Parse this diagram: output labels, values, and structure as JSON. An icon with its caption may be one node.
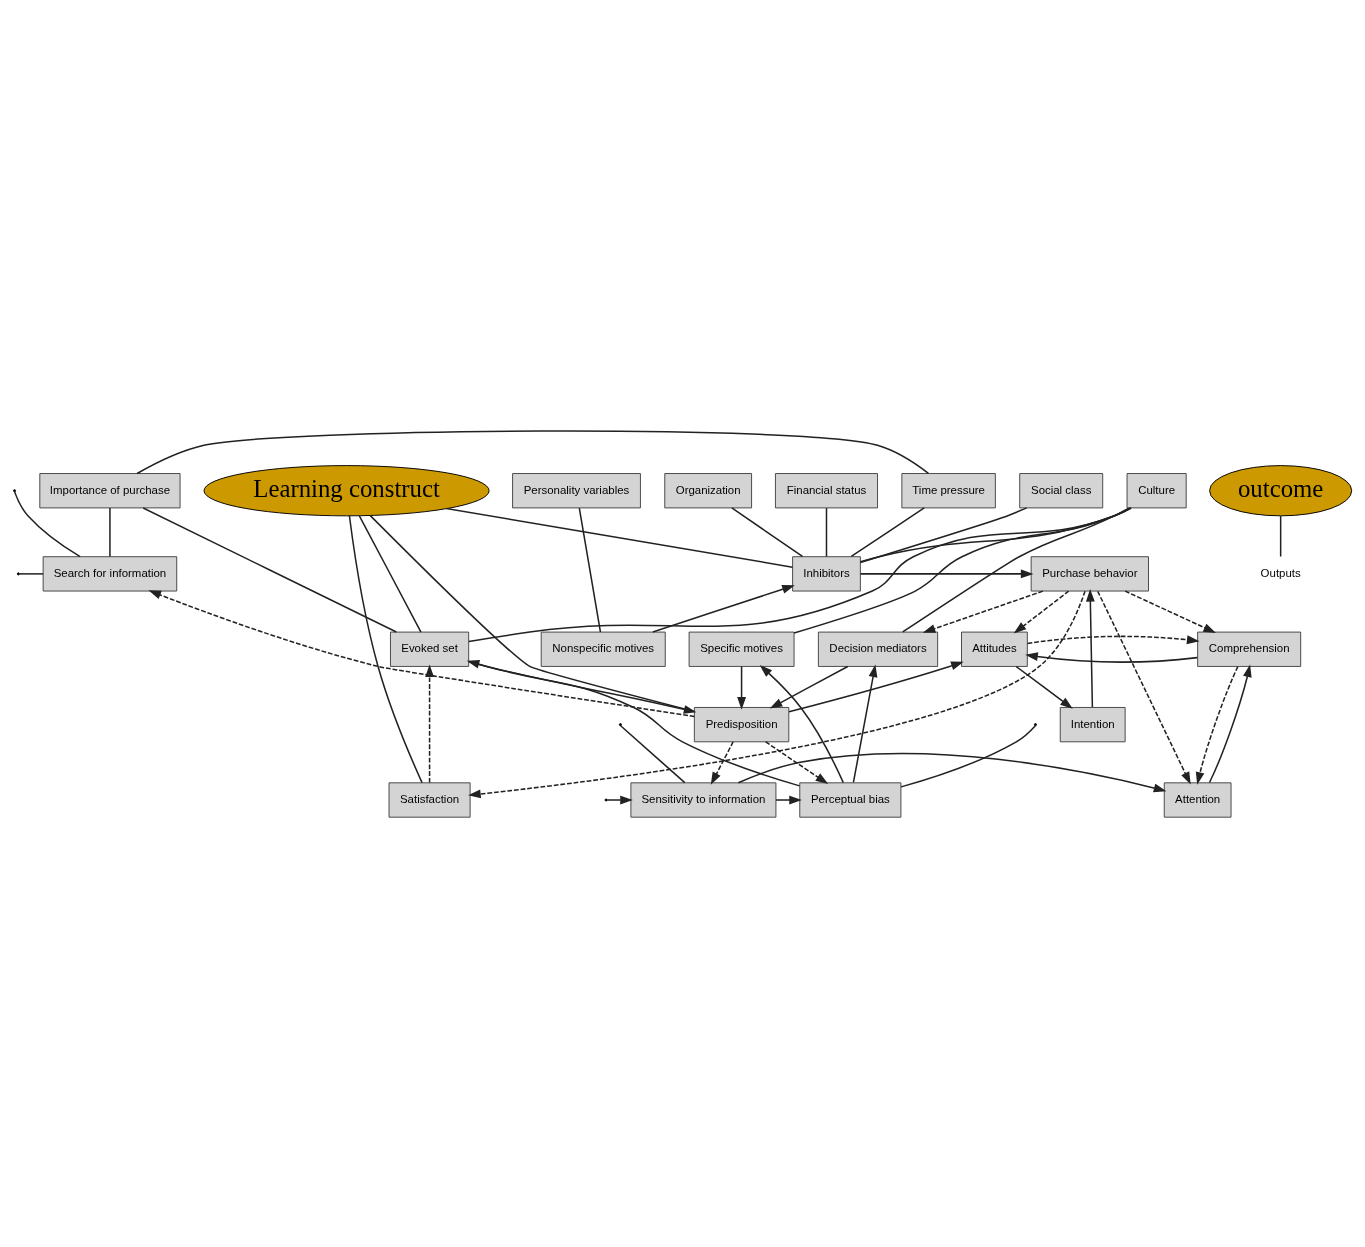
{
  "diagram": {
    "nodes": [
      {
        "text": [
          "Importance of purchase"
        ]
      },
      {
        "text": [
          "Personality variables"
        ]
      },
      {
        "text": [
          "Social class"
        ]
      },
      {
        "text": [
          "Culture"
        ]
      },
      {
        "text": [
          "Organization"
        ]
      },
      {
        "text": [
          "Time pressure"
        ]
      },
      {
        "text": [
          "Financial status"
        ]
      },
      {
        "text": [
          "outcome"
        ]
      },
      {
        "text": [
          "Outputs"
        ]
      },
      {
        "text": [
          "Inhibitors"
        ]
      },
      {
        "text": [
          "Purchase behavior"
        ]
      },
      {
        "text": [
          "Search for information"
        ]
      },
      {
        "text": [
          "Intention"
        ]
      },
      {
        "text": [
          "Predisposition"
        ]
      },
      {
        "text": [
          "Attitudes"
        ]
      },
      {
        "text": [
          "Learning construct"
        ]
      },
      {
        "text": [
          "Comprehension"
        ]
      },
      {
        "text": [
          "Nonspecific motives"
        ]
      },
      {
        "text": [
          "Specific motives"
        ]
      },
      {
        "text": [
          "Decision mediators"
        ]
      },
      {
        "text": [
          "Evoked set"
        ]
      },
      {
        "text": [
          "Attention"
        ]
      },
      {
        "text": [
          "Satisfaction"
        ]
      },
      {
        "text": [
          "Sensitivity to information"
        ]
      },
      {
        "text": [
          "Perceptual bias"
        ]
      }
    ],
    "edges": [
      {
        "from": 7,
        "to": 8,
        "arrow": "none"
      },
      {
        "from": 0,
        "to": 11,
        "arrow": "none"
      },
      {
        "from": 0,
        "to": 5,
        "arrow": "none"
      },
      {
        "from": 0,
        "to": 20,
        "arrow": "none"
      },
      {
        "from": 1,
        "to": 17,
        "arrow": "none"
      },
      {
        "from": 2,
        "to": 9,
        "arrow": "none"
      },
      {
        "from": 3,
        "to": 9,
        "arrow": "none"
      },
      {
        "from": 4,
        "to": 9,
        "arrow": "none"
      },
      {
        "from": 5,
        "to": 9,
        "arrow": "none"
      },
      {
        "from": 6,
        "to": 9,
        "arrow": "none"
      },
      {
        "from": 3,
        "to": 18,
        "arrow": "none"
      },
      {
        "from": 3,
        "to": 19,
        "arrow": "none"
      },
      {
        "from": 3,
        "to": 20,
        "arrow": "none"
      },
      {
        "from": 17,
        "to": 9,
        "arrow": "to"
      },
      {
        "from": 9,
        "to": 10,
        "arrow": "to"
      },
      {
        "from": 13,
        "to": 14,
        "arrow": "to"
      },
      {
        "from": 18,
        "to": 13,
        "arrow": "to"
      },
      {
        "from": 19,
        "to": 13,
        "arrow": "to"
      },
      {
        "from": 20,
        "to": 13,
        "arrow": "to"
      },
      {
        "from": 24,
        "to": 18,
        "arrow": "to"
      },
      {
        "from": 24,
        "to": 19,
        "arrow": "to"
      },
      {
        "from": 24,
        "to": 20,
        "arrow": "to"
      },
      {
        "from": 23,
        "to": 24,
        "arrow": "to"
      },
      {
        "from": 23,
        "to": 21,
        "arrow": "to"
      },
      {
        "from": 21,
        "to": 16,
        "arrow": "to"
      },
      {
        "from": 16,
        "to": 14,
        "arrow": "to"
      },
      {
        "from": 14,
        "to": 12,
        "arrow": "to"
      },
      {
        "from": 12,
        "to": 10,
        "arrow": "to"
      },
      {
        "from": 10,
        "to": 14,
        "arrow": "to",
        "style": "dashed"
      },
      {
        "from": 10,
        "to": 16,
        "arrow": "to",
        "style": "dashed"
      },
      {
        "from": 10,
        "to": 21,
        "arrow": "to",
        "style": "dashed"
      },
      {
        "from": 14,
        "to": 16,
        "arrow": "to",
        "style": "dashed"
      },
      {
        "from": 16,
        "to": 21,
        "arrow": "to",
        "style": "dashed"
      },
      {
        "from": 10,
        "to": 22,
        "arrow": "to",
        "style": "dashed"
      },
      {
        "from": 10,
        "to": 19,
        "arrow": "to",
        "style": "dashed"
      },
      {
        "from": 22,
        "to": 20,
        "arrow": "to",
        "style": "dashed"
      },
      {
        "from": 13,
        "to": 11,
        "arrow": "to",
        "style": "dashed"
      },
      {
        "from": 13,
        "to": 23,
        "arrow": "to",
        "style": "dashed"
      },
      {
        "from": 13,
        "to": 24,
        "arrow": "to",
        "style": "dashed"
      },
      {
        "from": null,
        "to": 11,
        "arrow": "none"
      },
      {
        "from": null,
        "to": 23,
        "arrow": "none"
      },
      {
        "from": null,
        "to": 11,
        "arrow": "none"
      },
      {
        "from": null,
        "to": 23,
        "arrow": "to"
      },
      {
        "from": null,
        "to": 24,
        "arrow": "none"
      },
      {
        "from": 15,
        "to": 9,
        "arrow": "none"
      },
      {
        "from": 15,
        "to": 13,
        "arrow": "none"
      },
      {
        "from": 15,
        "to": 20,
        "arrow": "none"
      },
      {
        "from": 15,
        "to": 22,
        "arrow": "none"
      }
    ]
  }
}
